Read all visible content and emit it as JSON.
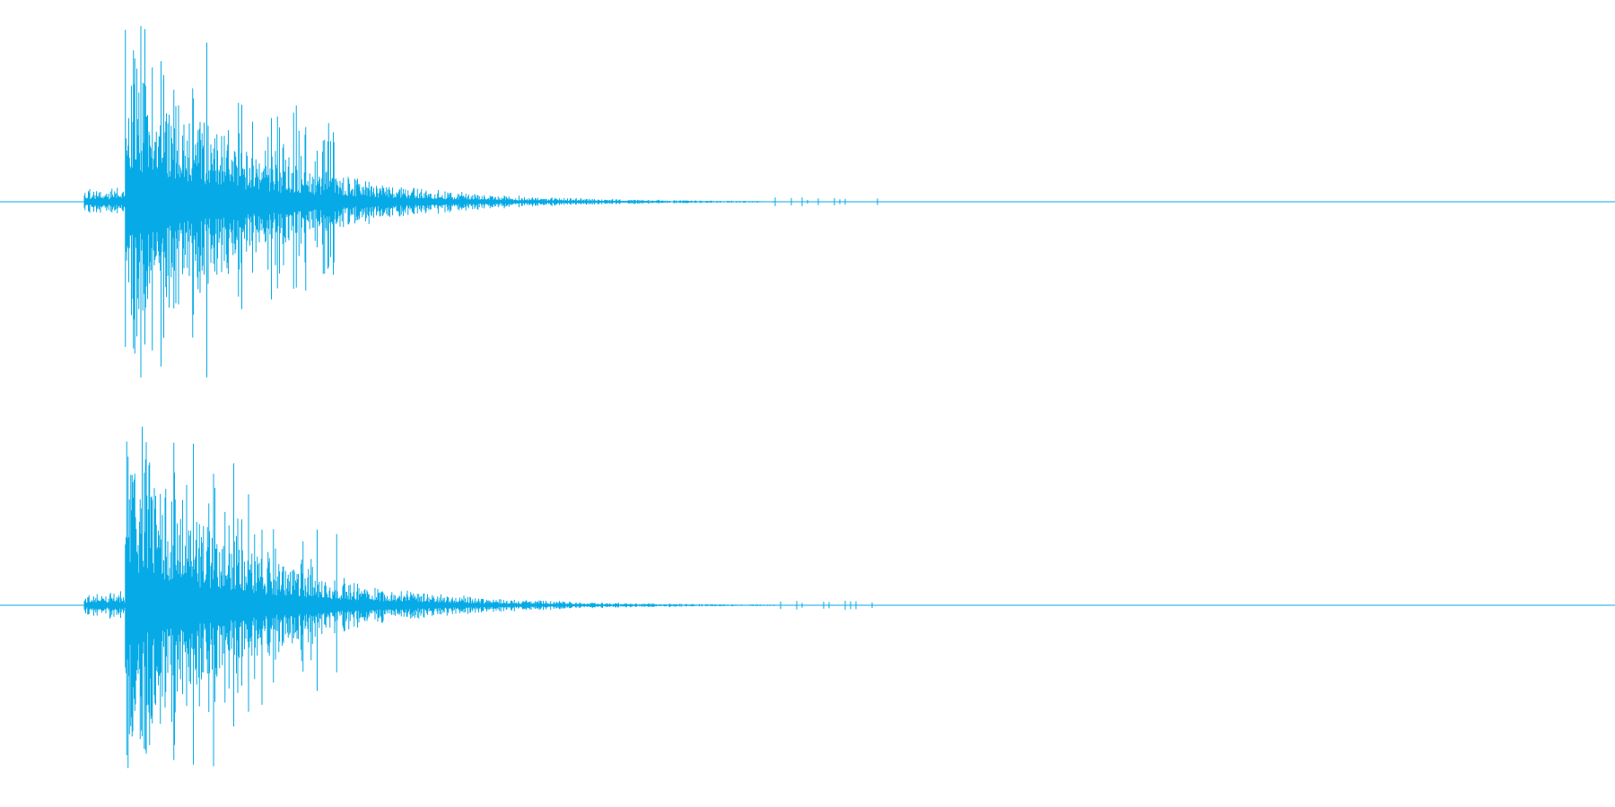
{
  "waveform": {
    "color": "#06aae6",
    "background": "#ffffff",
    "channels": [
      {
        "label": "",
        "peak": 0.95,
        "onset_fraction": 0.0525,
        "attack_fraction": 0.0775,
        "decay_end_fraction": 0.48
      },
      {
        "label": "",
        "peak": 0.96,
        "onset_fraction": 0.0525,
        "attack_fraction": 0.0775,
        "decay_end_fraction": 0.48
      }
    ]
  }
}
